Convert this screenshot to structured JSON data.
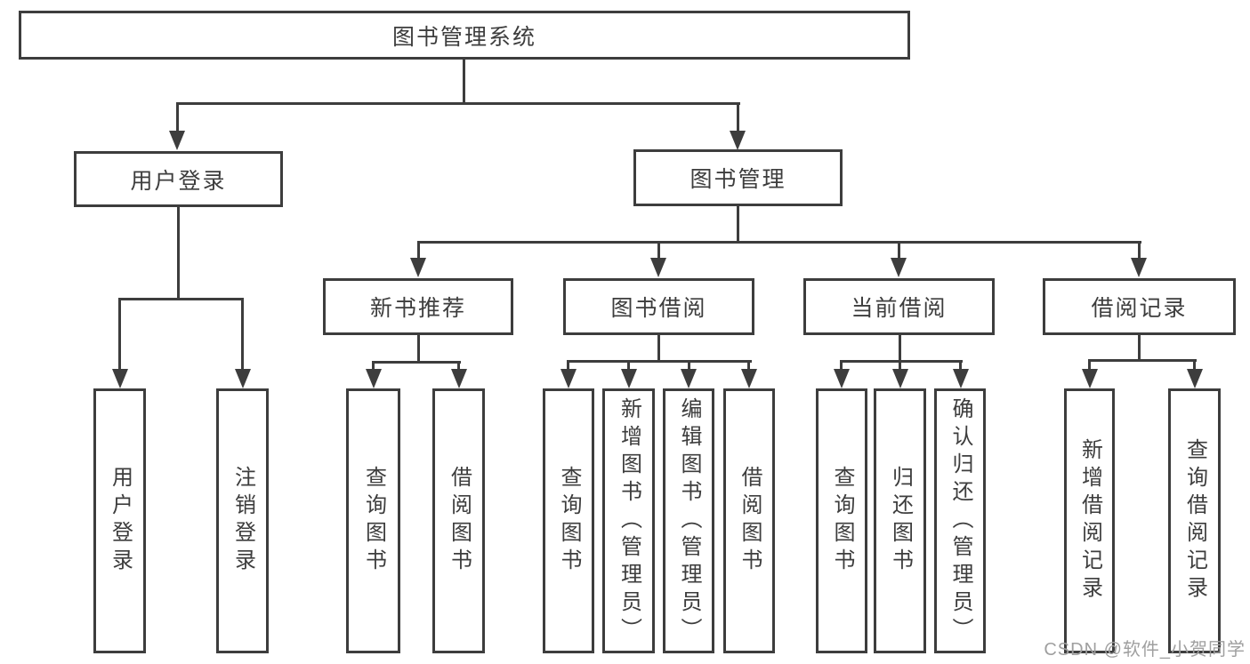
{
  "diagram": {
    "type": "hierarchy-flowchart",
    "tree": {
      "root": "图书管理系统",
      "branches": [
        {
          "label": "用户登录",
          "leaves": [
            "用户登录",
            "注销登录"
          ]
        },
        {
          "label": "图书管理",
          "sections": [
            {
              "label": "新书推荐",
              "leaves": [
                "查询图书",
                "借阅图书"
              ]
            },
            {
              "label": "图书借阅",
              "leaves": [
                "查询图书",
                "新增图书（管理员）",
                "编辑图书（管理员）",
                "借阅图书"
              ]
            },
            {
              "label": "当前借阅",
              "leaves": [
                "查询图书",
                "归还图书",
                "确认归还（管理员）"
              ]
            },
            {
              "label": "借阅记录",
              "leaves": [
                "新增借阅记录",
                "查询借阅记录"
              ]
            }
          ]
        }
      ]
    }
  },
  "watermark": "CSDN @软件_小贺同学",
  "colors": {
    "line": "#3d3d3d",
    "text": "#3d3d3d",
    "box_fill": "#ffffff",
    "watermark": "#9f9f9f",
    "bg": "#ffffff"
  }
}
